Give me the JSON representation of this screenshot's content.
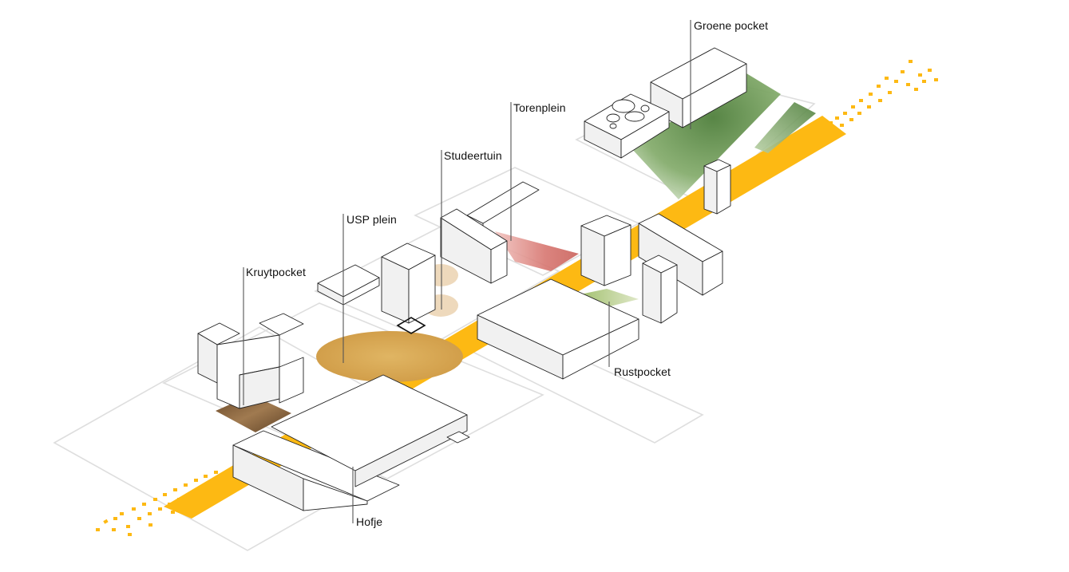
{
  "diagram": {
    "title": "",
    "description": "Isometric urban diagram of a street corridor with public spaces (pockets) along a yellow route",
    "colors": {
      "route": "#FDB913",
      "building_outline": "#222222",
      "building_fill": "#FFFFFF",
      "lot_hatch": "#E0E0E0",
      "groene_pocket": "#5E8F4A",
      "torenplein": "#D9706A",
      "usp_plein": "#D9A24E",
      "studeertuin": "#EBD2B0",
      "kruytpocket": "#7A5634",
      "rustpocket": "#A9C27A",
      "hofje": "#4E7A22"
    },
    "labels": [
      {
        "id": "groene-pocket",
        "text": "Groene pocket"
      },
      {
        "id": "torenplein",
        "text": "Torenplein"
      },
      {
        "id": "studeertuin",
        "text": "Studeertuin"
      },
      {
        "id": "usp-plein",
        "text": "USP plein"
      },
      {
        "id": "kruytpocket",
        "text": "Kruytpocket"
      },
      {
        "id": "rustpocket",
        "text": "Rustpocket"
      },
      {
        "id": "hofje",
        "text": "Hofje"
      }
    ]
  }
}
